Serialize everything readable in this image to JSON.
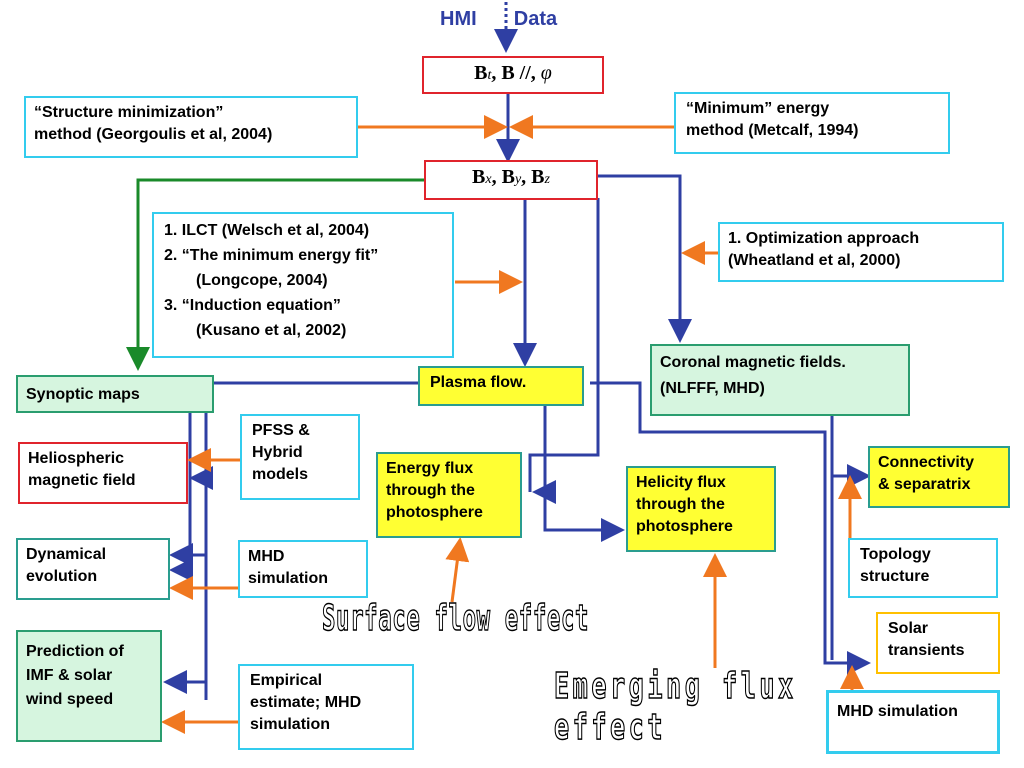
{
  "title": {
    "left": "HMI",
    "right": "Data"
  },
  "math": {
    "top": {
      "b1": "B",
      "sub1": "t",
      "mid": ", B //, ",
      "phi": "φ"
    },
    "mid": {
      "b": "B",
      "x": "x",
      "y": "y",
      "z": "z"
    }
  },
  "structure_min": {
    "line1": "“Structure minimization”",
    "line2": "method (Georgoulis et al, 2004)"
  },
  "min_energy": {
    "line1": "“Minimum” energy",
    "line2": "method (Metcalf, 1994)"
  },
  "ilct": {
    "item1": "1. ILCT (Welsch et al, 2004)",
    "item2a": "2. “The minimum energy fit”",
    "item2b": "(Longcope, 2004)",
    "item3a": "3. “Induction equation”",
    "item3b": "(Kusano et al, 2002)"
  },
  "optimization": {
    "line1": "1. Optimization approach",
    "line2": "(Wheatland et al, 2000)"
  },
  "synoptic": "Synoptic maps",
  "plasma": "Plasma flow.",
  "coronal": {
    "line1": "Coronal magnetic fields.",
    "line2": "(NLFFF, MHD)"
  },
  "pfss": {
    "line1": "PFSS &",
    "line2": "Hybrid",
    "line3": "models"
  },
  "helio": {
    "line1": "Heliospheric",
    "line2": "magnetic field"
  },
  "energy_flux": {
    "line1": "Energy  flux",
    "line2": "through the",
    "line3": "photosphere"
  },
  "helicity_flux": {
    "line1": "Helicity flux",
    "line2": "through the",
    "line3": "photosphere"
  },
  "connectivity": {
    "line1": "Connectivity",
    "line2": "& separatrix"
  },
  "dynamical": {
    "line1": "Dynamical",
    "line2": "evolution"
  },
  "mhd_sim": {
    "line1": "MHD",
    "line2": "simulation"
  },
  "topology": {
    "line1": "Topology",
    "line2": "structure"
  },
  "surface_effect": "Surface flow effect",
  "solar_transients": {
    "line1": "Solar",
    "line2": "transients"
  },
  "prediction": {
    "line1": "Prediction of",
    "line2": "IMF & solar",
    "line3": "wind speed"
  },
  "empirical": {
    "line1": "Empirical",
    "line2": "estimate; MHD",
    "line3": "simulation"
  },
  "emerging_effect": "Emerging flux effect",
  "mhd_sim2": "MHD simulation",
  "colors": {
    "blue": "#2f3fa3",
    "orange": "#f07820",
    "green": "#1a8a2a",
    "red": "#e0242c",
    "cyan": "#33ccee",
    "yellow": "#ffff33"
  }
}
